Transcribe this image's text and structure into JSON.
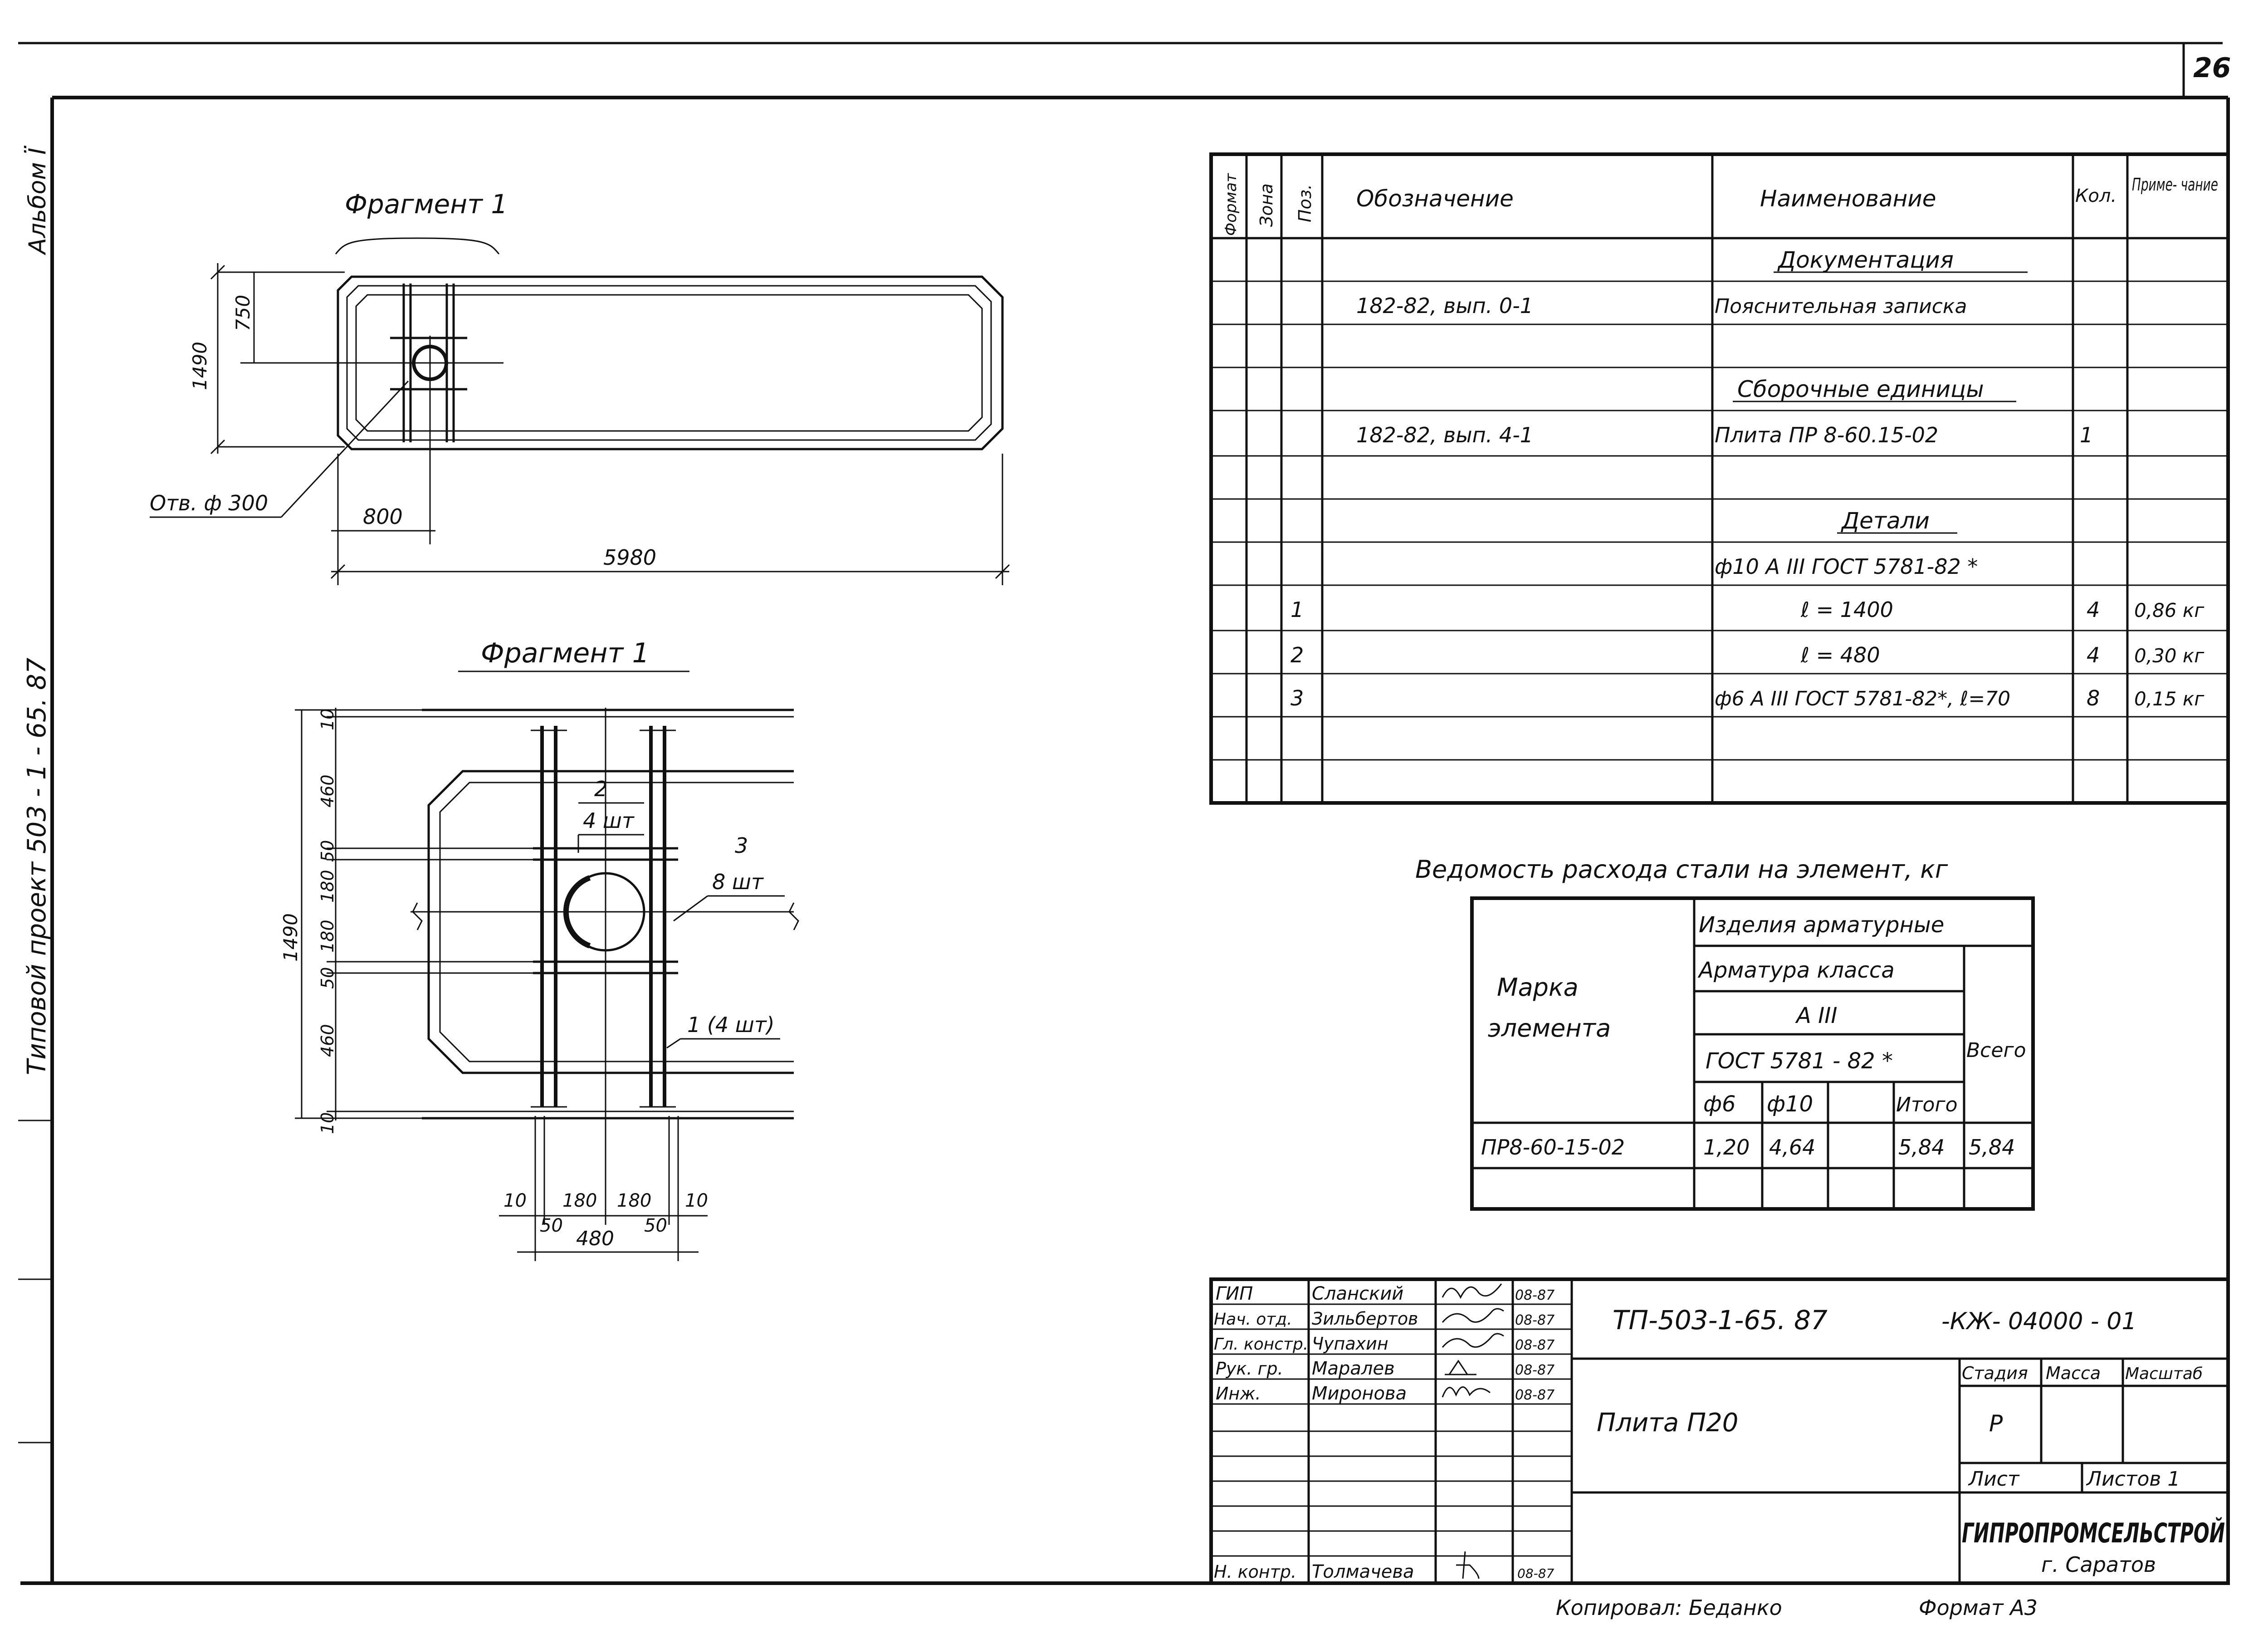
{
  "sheet": {
    "page_number": "26",
    "album": "Альбом Ї",
    "project": "Типовой проект 503 - 1 - 65. 87"
  },
  "fragment_plan": {
    "title": "Фрагмент 1",
    "dim_width": "5980",
    "dim_height": "1490",
    "dim_hole_y": "750",
    "dim_hole_x": "800",
    "hole_label": "Отв. ф 300"
  },
  "fragment_detail": {
    "title": "Фрагмент 1",
    "left_dims": [
      "10",
      "460",
      "50",
      "180",
      "180",
      "50",
      "460",
      "10"
    ],
    "total_height": "1490",
    "bottom_dims_row1": [
      "10",
      "180",
      "180",
      "10"
    ],
    "bottom_dims_row2": [
      "50",
      "50"
    ],
    "bottom_total": "480",
    "callout_2": "2",
    "callout_2_qty": "4 шт",
    "callout_3": "3",
    "callout_3_qty": "8 шт",
    "callout_1": "1 (4 шт)"
  },
  "spec_table": {
    "headers": [
      "Формат",
      "Зона",
      "Поз.",
      "Обозначение",
      "Наименование",
      "Кол.",
      "Приме- чание"
    ],
    "rows": [
      {
        "pos": "",
        "designation": "",
        "name": "Документация",
        "qty": "",
        "note": "",
        "heading": true
      },
      {
        "pos": "",
        "designation": "182-82, вып. 0-1",
        "name": "Пояснительная записка",
        "qty": "",
        "note": ""
      },
      {
        "pos": "",
        "designation": "",
        "name": "",
        "qty": "",
        "note": ""
      },
      {
        "pos": "",
        "designation": "",
        "name": "Сборочные единицы",
        "qty": "",
        "note": "",
        "heading": true
      },
      {
        "pos": "",
        "designation": "182-82, вып. 4-1",
        "name": "Плита ПР 8-60.15-02",
        "qty": "1",
        "note": ""
      },
      {
        "pos": "",
        "designation": "",
        "name": "",
        "qty": "",
        "note": ""
      },
      {
        "pos": "",
        "designation": "",
        "name": "Детали",
        "qty": "",
        "note": "",
        "heading": true
      },
      {
        "pos": "",
        "designation": "",
        "name": "ф10 А ІІІ ГОСТ 5781-82 *",
        "qty": "",
        "note": ""
      },
      {
        "pos": "1",
        "designation": "",
        "name": "ℓ = 1400",
        "qty": "4",
        "note": "0,86 кг"
      },
      {
        "pos": "2",
        "designation": "",
        "name": "ℓ = 480",
        "qty": "4",
        "note": "0,30 кг"
      },
      {
        "pos": "3",
        "designation": "",
        "name": "ф6 А ІІІ ГОСТ 5781-82*, ℓ=70",
        "qty": "8",
        "note": "0,15 кг"
      },
      {
        "pos": "",
        "designation": "",
        "name": "",
        "qty": "",
        "note": ""
      },
      {
        "pos": "",
        "designation": "",
        "name": "",
        "qty": "",
        "note": ""
      }
    ]
  },
  "steel_table": {
    "title": "Ведомость расхода стали на элемент, кг",
    "col_mark": "Марка элемента",
    "group": "Изделия арматурные",
    "subgroup": "Арматура класса",
    "class": "А ІІІ",
    "gost": "ГОСТ 5781 - 82 *",
    "col_total": "Всего",
    "cols": [
      "ф6",
      "ф10",
      "",
      "Итого"
    ],
    "row": {
      "mark": "ПР8-60-15-02",
      "values": [
        "1,20",
        "4,64",
        "",
        "5,84"
      ],
      "total": "5,84"
    }
  },
  "title_block": {
    "people": [
      {
        "role": "ГИП",
        "name": "Сланский",
        "date": "08-87"
      },
      {
        "role": "Нач. отд.",
        "name": "Зильбертов",
        "date": "08-87"
      },
      {
        "role": "Гл. констр.",
        "name": "Чупахин",
        "date": "08-87"
      },
      {
        "role": "Рук. гр.",
        "name": "Маралев",
        "date": "08-87"
      },
      {
        "role": "Инж.",
        "name": "Миронова",
        "date": "08-87"
      }
    ],
    "norm_control": {
      "role": "Н. контр.",
      "name": "Толмачева",
      "date": "08-87"
    },
    "code": "ТП-503-1-65. 87",
    "code_suffix": "-КЖ- 04000 - 01",
    "name": "Плита П20",
    "stage_label": "Стадия",
    "mass_label": "Масса",
    "scale_label": "Масштаб",
    "stage": "Р",
    "sheet_label": "Лист",
    "sheets_label": "Листов 1",
    "org": "ГИПРОПРОМСЕЛЬСТРОЙ",
    "city": "г. Саратов"
  },
  "footer": {
    "copied": "Копировал: Беданко",
    "format": "Формат А3"
  }
}
